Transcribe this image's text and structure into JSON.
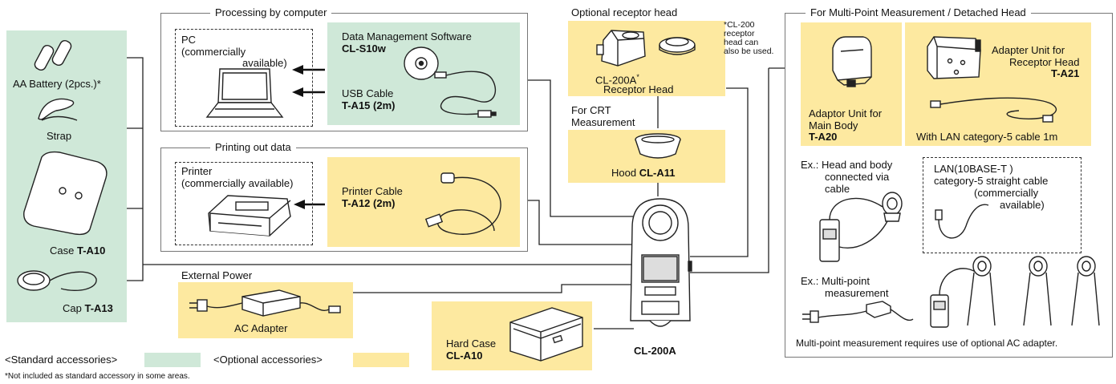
{
  "colors": {
    "standard": "#cfe8d8",
    "optional": "#fde9a0",
    "frame": "#777777"
  },
  "standard_accessories": {
    "battery_label": "AA Battery (2pcs.)*",
    "strap_label": "Strap",
    "case_label": "Case",
    "case_code": "T-A10",
    "cap_label": "Cap",
    "cap_code": "T-A13"
  },
  "computer_section": {
    "title": "Processing by computer",
    "pc_line1": "PC",
    "pc_line2": "(commercially",
    "pc_line3": "available)",
    "software_label": "Data Management Software",
    "software_code": "CL-S10w",
    "usb_label": "USB Cable",
    "usb_code": "T-A15 (2m)"
  },
  "printing_section": {
    "title": "Printing out data",
    "printer_line1": "Printer",
    "printer_line2": "(commercially available)",
    "cable_label": "Printer Cable",
    "cable_code": "T-A12 (2m)"
  },
  "external_power": {
    "title": "External Power",
    "adapter_label": "AC Adapter"
  },
  "hard_case": {
    "label": "Hard Case",
    "code": "CL-A10"
  },
  "receptor": {
    "title": "Optional receptor head",
    "head_code": "CL-200A",
    "head_star": "*",
    "head_label": "Receptor Head",
    "note_line1": "*CL-200",
    "note_line2": "receptor",
    "note_line3": "head can",
    "note_line4": "also be used."
  },
  "crt": {
    "line1": "For CRT",
    "line2": "Measurement",
    "hood_label": "Hood",
    "hood_code": "CL-A11"
  },
  "main_unit": {
    "label": "CL-200A"
  },
  "multipoint": {
    "title": "For Multi-Point Measurement / Detached Head",
    "adaptor_body_line1": "Adaptor Unit for",
    "adaptor_body_line2": "Main Body",
    "adaptor_body_code": "T-A20",
    "adapter_head_line1": "Adapter Unit for",
    "adapter_head_line2": "Receptor Head",
    "adapter_head_code": "T-A21",
    "lan_note": "With LAN category-5 cable 1m",
    "ex1_line1": "Ex.: Head and body",
    "ex1_line2": "connected via",
    "ex1_line3": "cable",
    "lan_line1": "LAN(10BASE-T )",
    "lan_line2": "category-5 straight cable",
    "lan_line3": "(commercially",
    "lan_line4": "available)",
    "ex2_line1": "Ex.: Multi-point",
    "ex2_line2": "measurement",
    "footer": "Multi-point measurement requires use of optional AC adapter."
  },
  "legend": {
    "standard_label": "<Standard accessories>",
    "optional_label": "<Optional accessories>",
    "footnote": "*Not included as standard accessory in some areas."
  }
}
